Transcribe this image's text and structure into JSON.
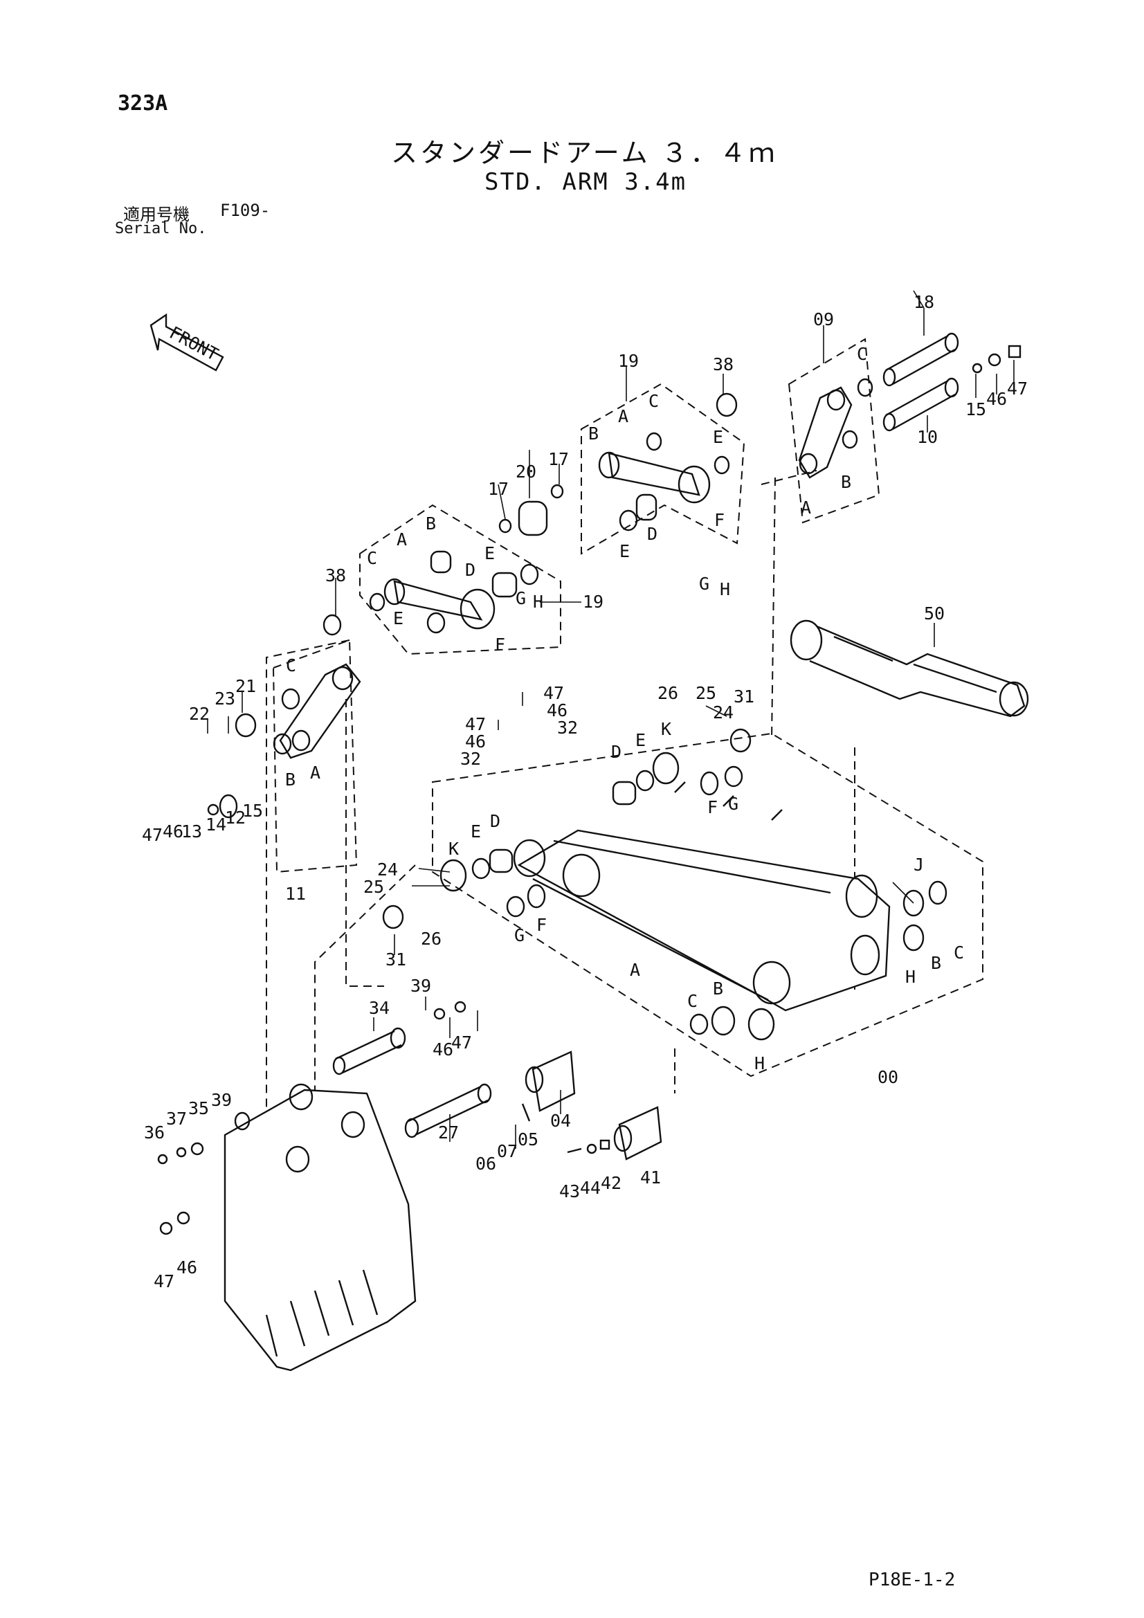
{
  "header": {
    "page_code": "323A",
    "title_jp": "スタンダードアーム ３．４ｍ",
    "title_en": "STD. ARM 3.4m",
    "serial_label_jp": "適用号機",
    "serial_code": "F109-",
    "serial_label_en": "Serial No."
  },
  "front_arrow_label": "FRONT",
  "footer": {
    "sheet_code": "P18E-1-2"
  },
  "callouts": {
    "c18": "18",
    "c09": "09",
    "c10": "10",
    "c15a": "15",
    "c46a": "46",
    "c47a": "47",
    "c19a": "19",
    "c38a": "38",
    "c20": "20",
    "c17a": "17",
    "c17b": "17",
    "c19b": "19",
    "c38b": "38",
    "c21": "21",
    "c22": "22",
    "c23": "23",
    "c11": "11",
    "c47b": "47",
    "c46b": "46",
    "c13": "13",
    "c14": "14",
    "c12": "12",
    "c15b": "15",
    "c50": "50",
    "c47c": "47",
    "c46c": "46",
    "c32a": "32",
    "c47d": "47",
    "c46d": "46",
    "c32b": "32",
    "c26a": "26",
    "c25a": "25",
    "c24a": "24",
    "c31a": "31",
    "c24b": "24",
    "c25b": "25",
    "c26b": "26",
    "c31b": "31",
    "c39a": "39",
    "c34": "34",
    "c46e": "46",
    "c47e": "47",
    "c27": "27",
    "c04": "04",
    "c05": "05",
    "c06": "06",
    "c07": "07",
    "c36": "36",
    "c37": "37",
    "c35": "35",
    "c39b": "39",
    "c47f": "47",
    "c46f": "46",
    "c43": "43",
    "c44": "44",
    "c42": "42",
    "c41": "41",
    "c00": "00"
  },
  "letters": {
    "A": "A",
    "B": "B",
    "C": "C",
    "D": "D",
    "E": "E",
    "F": "F",
    "G": "G",
    "H": "H",
    "J": "J",
    "K": "K"
  }
}
